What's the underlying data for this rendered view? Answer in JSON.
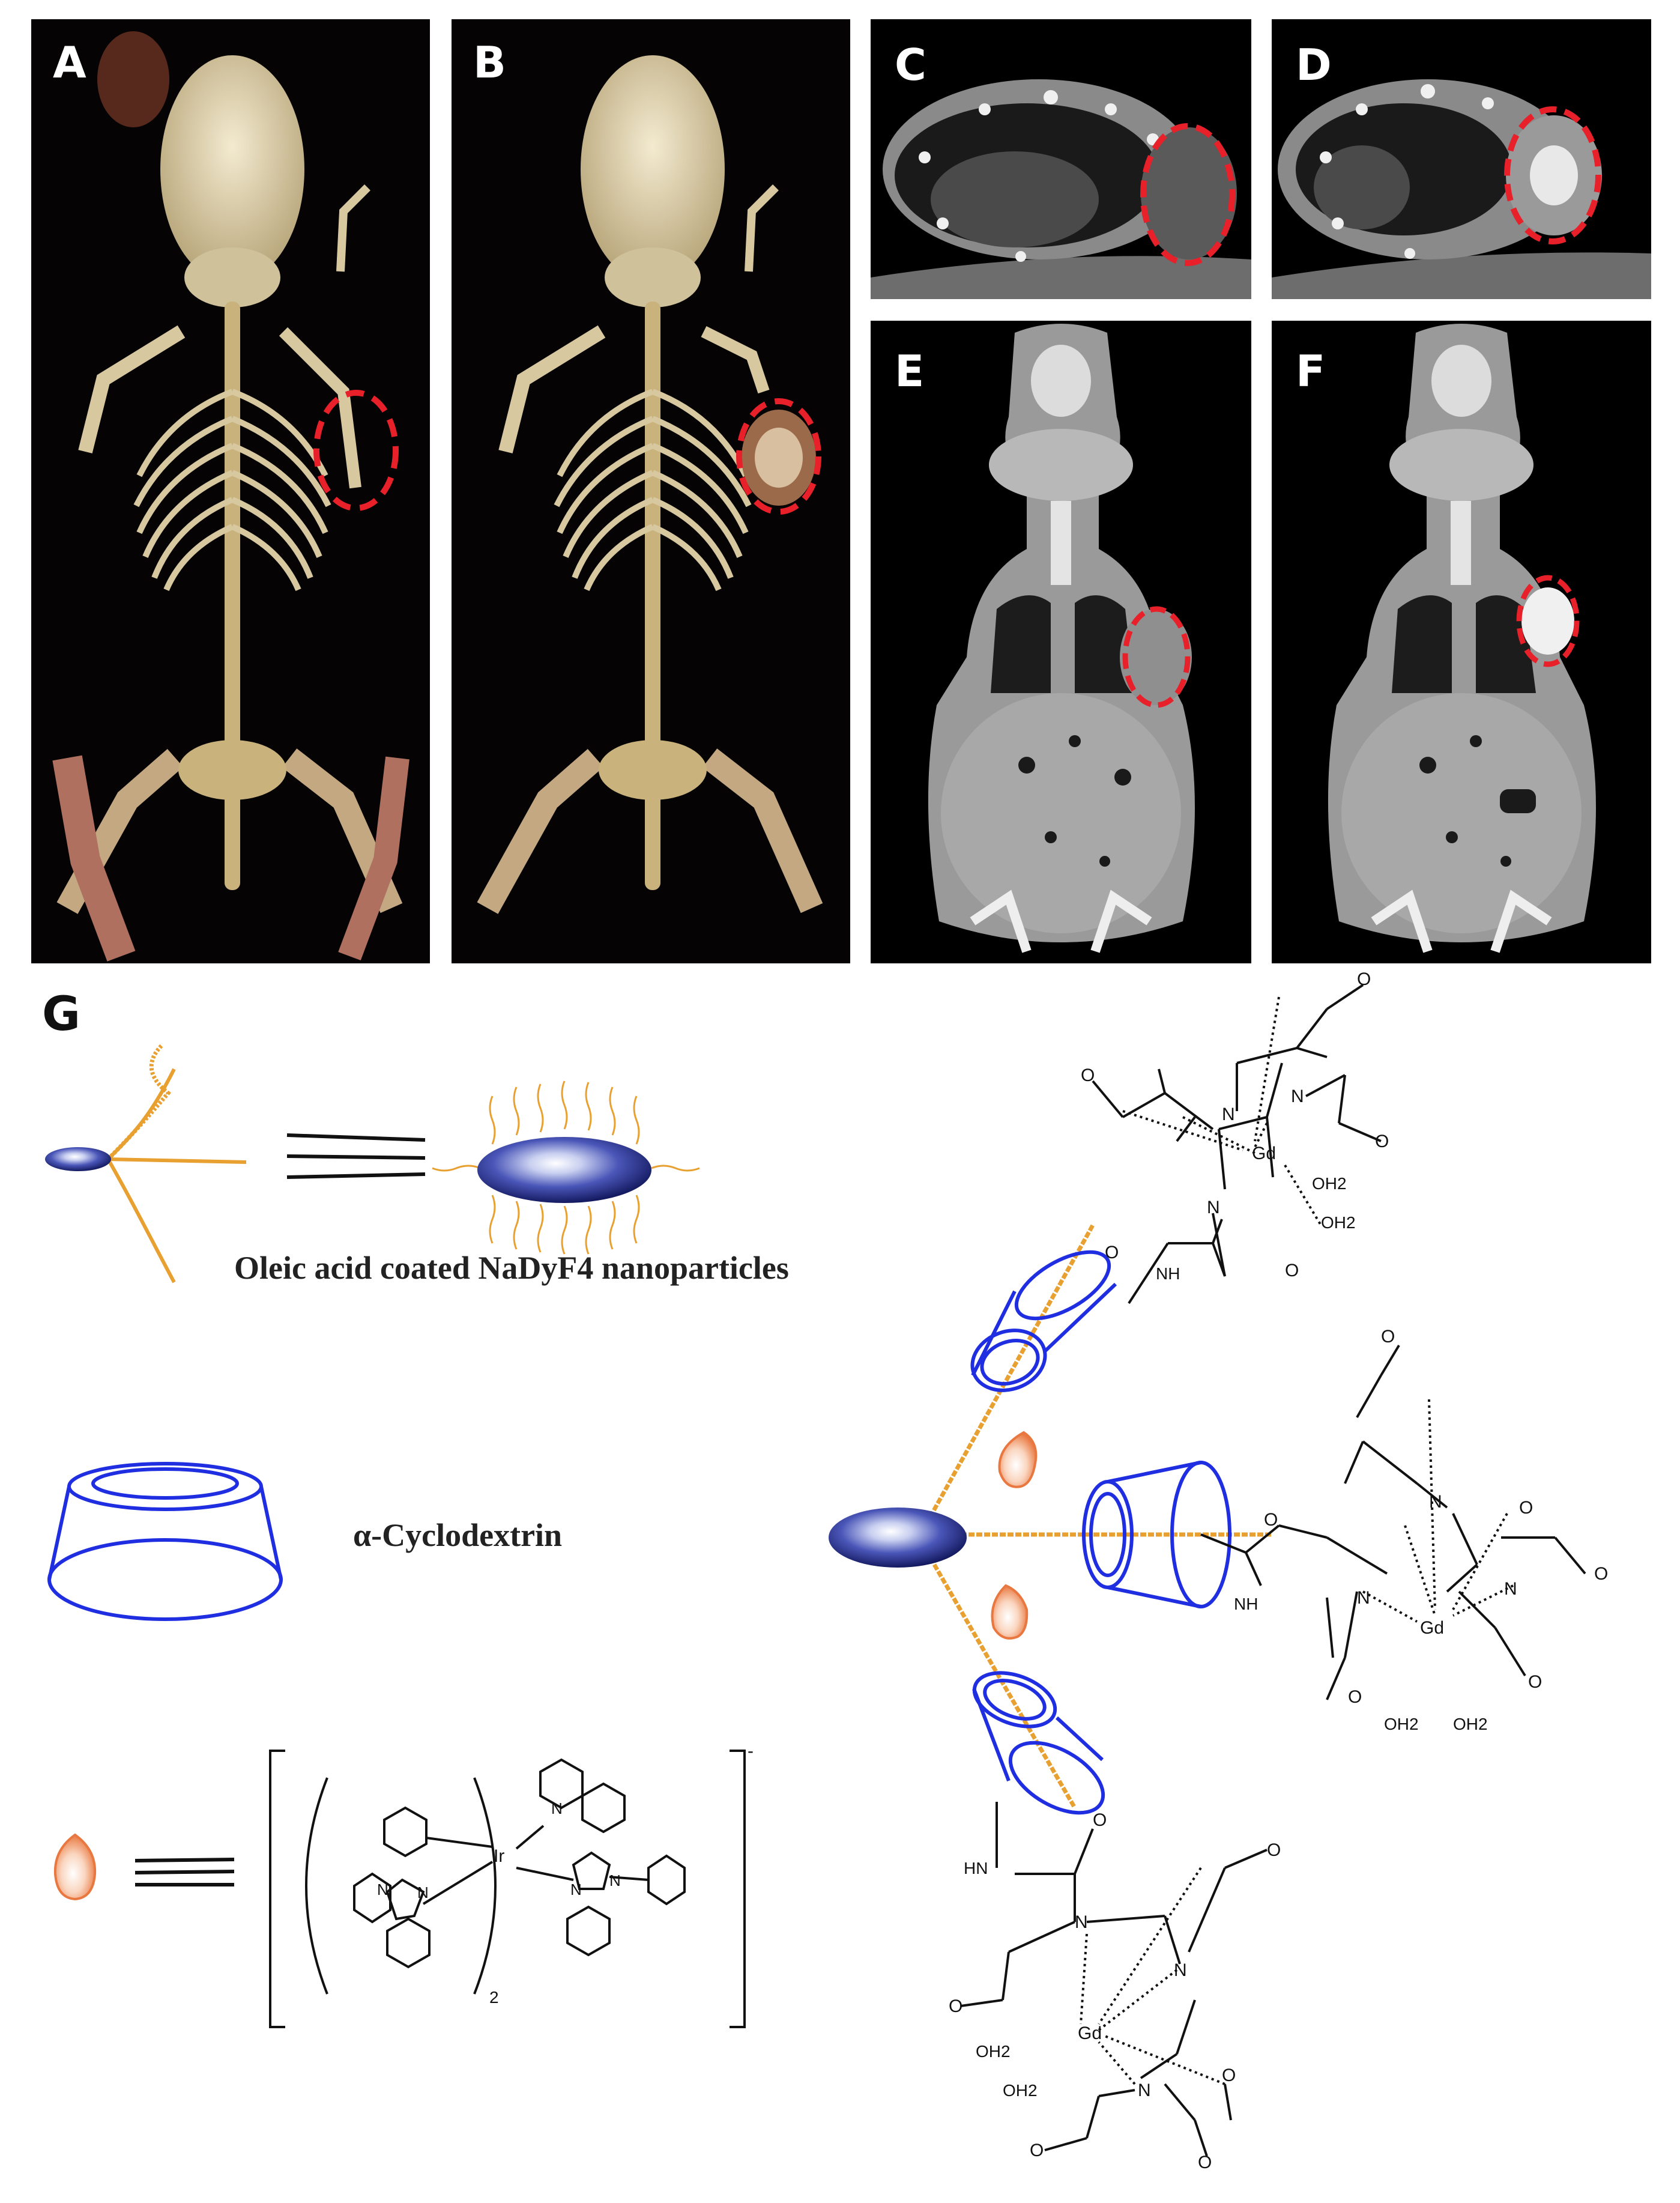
{
  "panels": {
    "A": {
      "label": "A"
    },
    "B": {
      "label": "B"
    },
    "C": {
      "label": "C"
    },
    "D": {
      "label": "D"
    },
    "E": {
      "label": "E"
    },
    "F": {
      "label": "F"
    },
    "G": {
      "label": "G"
    }
  },
  "legend": {
    "nanoparticle_caption": "Oleic acid coated NaDyF4 nanoparticles",
    "cyclodextrin_caption": "α-Cyclodextrin",
    "subscript_2": "2",
    "charge_minus": "-"
  },
  "chem_labels": {
    "N": "N",
    "Gd": "Gd",
    "O": "O",
    "OH2": "OH2",
    "NH": "NH",
    "HN": "HN",
    "Ir": "Ir"
  },
  "colors": {
    "marker_circle": "#e8202a",
    "oleic_chain": "#e8a030",
    "cyclodextrin": "#1f2ee0",
    "nanoparticle": "#1f2a80",
    "dye_drop": "#f08a50"
  }
}
